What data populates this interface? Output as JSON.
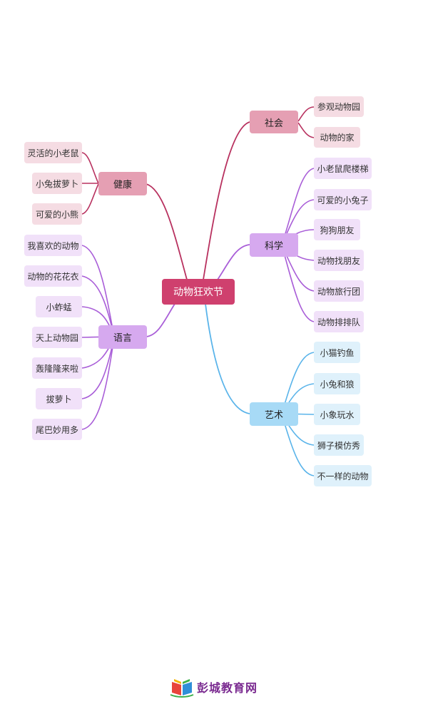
{
  "root": "动物狂欢节",
  "branches": {
    "social": {
      "label": "社会",
      "items": [
        "参观动物园",
        "动物的家"
      ]
    },
    "science": {
      "label": "科学",
      "items": [
        "小老鼠爬楼梯",
        "可爱的小兔子",
        "狗狗朋友",
        "动物找朋友",
        "动物旅行团",
        "动物排排队"
      ]
    },
    "art": {
      "label": "艺术",
      "items": [
        "小猫钓鱼",
        "小兔和狼",
        "小象玩水",
        "狮子模仿秀",
        "不一样的动物"
      ]
    },
    "health": {
      "label": "健康",
      "items": [
        "灵活的小老鼠",
        "小兔拔萝卜",
        "可爱的小熊"
      ]
    },
    "language": {
      "label": "语言",
      "items": [
        "我喜欢的动物",
        "动物的花花衣",
        "小蚱蜢",
        "天上动物园",
        "轰隆隆来啦",
        "拔萝卜",
        "尾巴妙用多"
      ]
    }
  },
  "colors": {
    "pink_line": "#b8315f",
    "purple_line": "#a95ed8",
    "blue_line": "#5ab4ea"
  },
  "footer": {
    "brand": "彭城教育网"
  }
}
